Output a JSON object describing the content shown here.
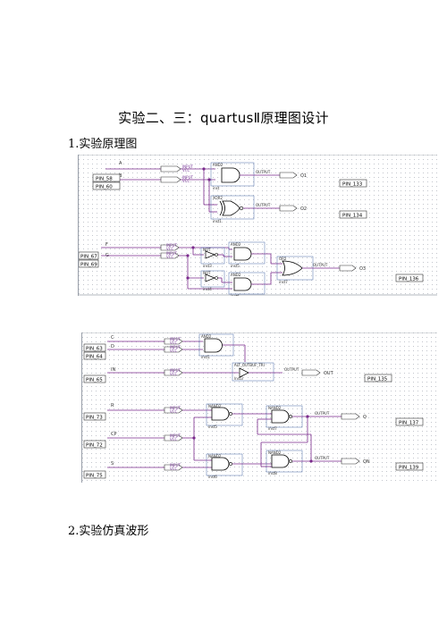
{
  "title": "实验二、三：quartusⅡ原理图设计",
  "sections": {
    "s1": "1.实验原理图",
    "s2": "2.实验仿真波形"
  },
  "schematic1": {
    "inputs": [
      {
        "name": "A",
        "pin": "PIN_58"
      },
      {
        "name": "B",
        "pin": "PIN_60"
      },
      {
        "name": "F",
        "pin": "PIN_67"
      },
      {
        "name": "G",
        "pin": "PIN_69"
      }
    ],
    "input_label": "INPUT",
    "vcc_label": "VCC",
    "output_label": "OUTPUT",
    "outputs": [
      {
        "name": "O1",
        "pin": "PIN_133"
      },
      {
        "name": "O2",
        "pin": "PIN_134"
      },
      {
        "name": "O3",
        "pin": "PIN_136"
      }
    ],
    "gates": [
      {
        "type": "AND2",
        "inst": "inst"
      },
      {
        "type": "XOR2",
        "inst": "inst1"
      },
      {
        "type": "NOT",
        "inst": "inst3"
      },
      {
        "type": "NOT",
        "inst": "inst4"
      },
      {
        "type": "AND2",
        "inst": "inst5"
      },
      {
        "type": "AND2",
        "inst": "inst6"
      },
      {
        "type": "OR2",
        "inst": "inst7"
      }
    ]
  },
  "schematic2": {
    "inputs": [
      {
        "name": "C",
        "pin": "PIN_63"
      },
      {
        "name": "D",
        "pin": "PIN_64"
      },
      {
        "name": "IN",
        "pin": "PIN_65"
      },
      {
        "name": "R",
        "pin": "PIN_73"
      },
      {
        "name": "CP",
        "pin": "PIN_72"
      },
      {
        "name": "S",
        "pin": "PIN_75"
      }
    ],
    "input_label": "INPUT",
    "vcc_label": "VCC",
    "output_label": "OUTPUT",
    "outputs": [
      {
        "name": "OUT",
        "pin": "PIN_135"
      },
      {
        "name": "Q",
        "pin": "PIN_137"
      },
      {
        "name": "QN",
        "pin": "PIN_139"
      }
    ],
    "gates": [
      {
        "type": "AND2",
        "inst": "inst1"
      },
      {
        "type": "TRI",
        "inst": "inst3",
        "label": "ALT_OUTBUF_TRI"
      },
      {
        "type": "NAND2",
        "inst": "inst5"
      },
      {
        "type": "NAND2",
        "inst": "inst6"
      },
      {
        "type": "NAND2",
        "inst": "inst7"
      },
      {
        "type": "NAND2",
        "inst": "inst8"
      }
    ]
  }
}
